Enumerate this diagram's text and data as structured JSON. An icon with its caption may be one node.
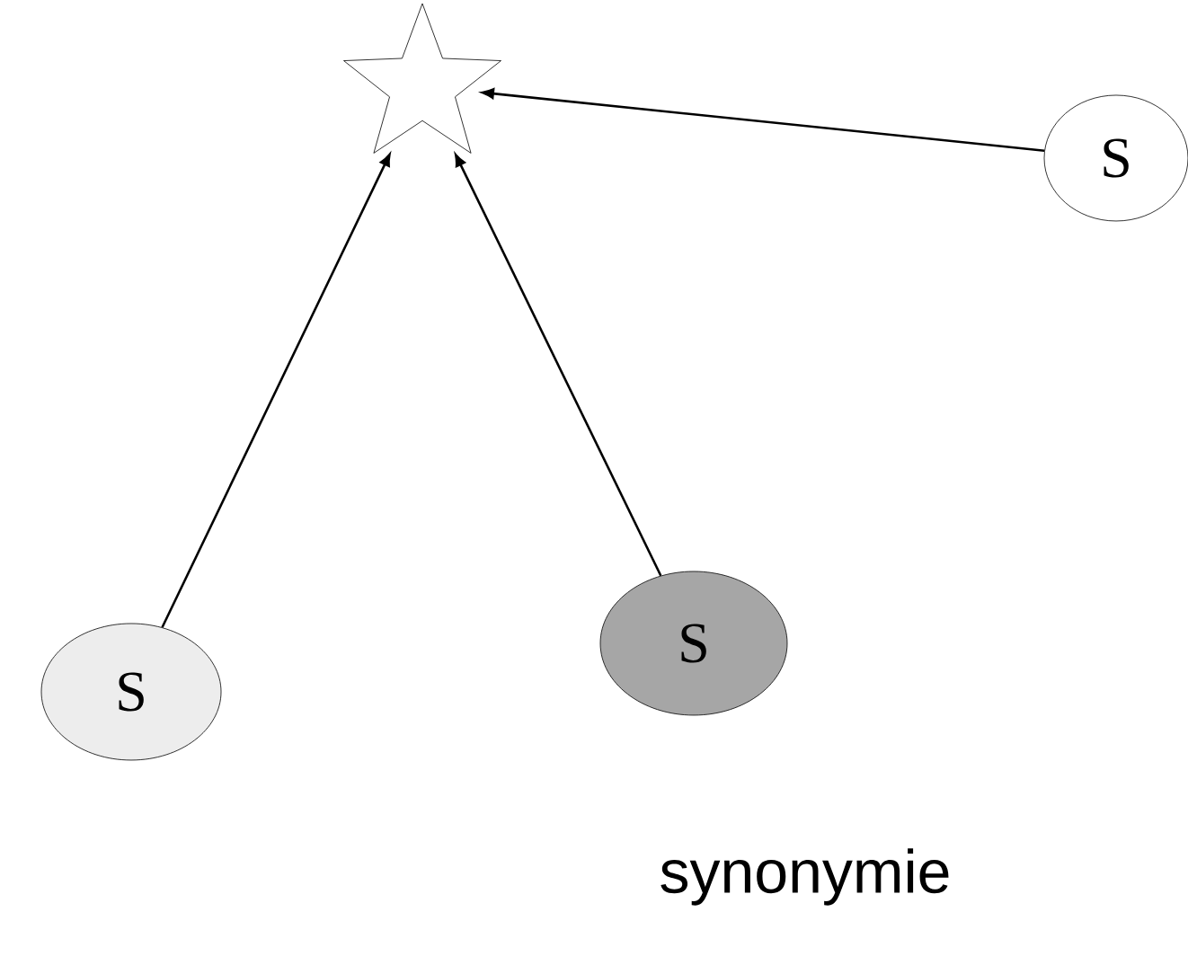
{
  "diagram": {
    "caption": "synonymie",
    "nodes": [
      {
        "text": [],
        "shape": "star"
      },
      {
        "text": [
          "S"
        ]
      },
      {
        "text": [
          "S"
        ]
      },
      {
        "text": [
          "S"
        ]
      }
    ],
    "edges": [
      {
        "from": 1,
        "to": 0,
        "arrow": "to"
      },
      {
        "from": 3,
        "to": 0,
        "arrow": "to"
      },
      {
        "from": 2,
        "to": 0,
        "arrow": "to"
      }
    ]
  }
}
